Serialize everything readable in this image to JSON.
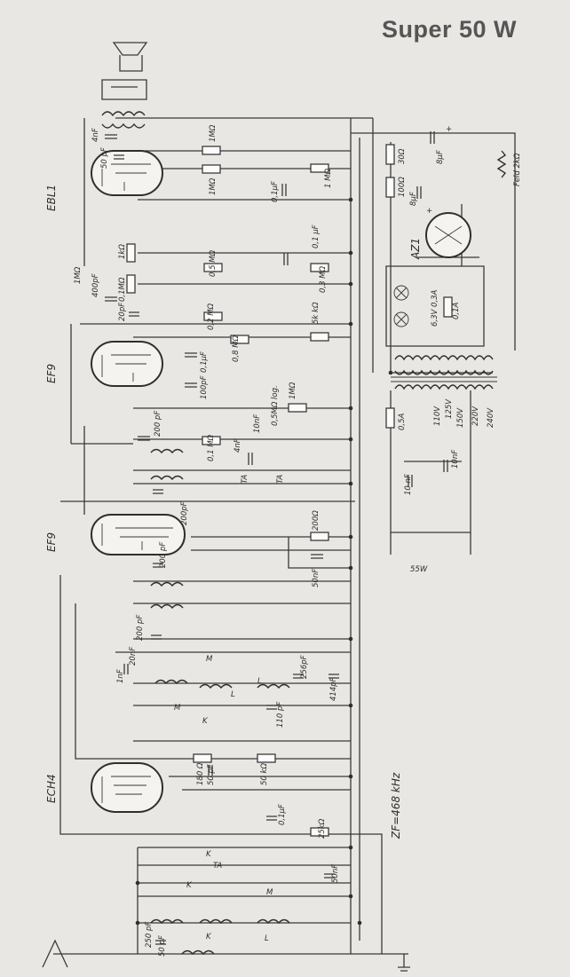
{
  "title": "Super 50 W",
  "tubes": {
    "t1": "EBL1",
    "t2": "EF9",
    "t3": "EF9",
    "t4": "ECH4",
    "rect": "AZ1"
  },
  "labels": {
    "c_4nf": "4nF",
    "c_50pf": "50 pF",
    "r_1m_a": "1MΩ",
    "r_1m_b": "1MΩ",
    "c_01uf_a": "0,1μF",
    "r_1m_c": "1 MΩ",
    "r_30": "30Ω",
    "c_8uf_a": "8μF",
    "r_100": "100Ω",
    "c_8uf_b": "8μF",
    "field": "Feld 2kΩ",
    "r_1m_d": "1MΩ",
    "c_400pf": "400pF",
    "r_1k": "1kΩ",
    "r_01m_a": "0,1MΩ",
    "c_20pf": "20pF",
    "r_05m": "0,5 MΩ",
    "c_01uf_b": "0,1 μF",
    "r_03m": "0,3 MΩ",
    "lamp_fuse": "6,3V 0,3A",
    "fuse_01a": "0,1A",
    "r_02m": "0,2 MΩ",
    "r_5k": "5k kΩ",
    "c_01uf_c": "0,1μF",
    "r_08m": "0,8 MΩ",
    "c_100pf": "100pF",
    "r_1m_e": "1MΩ",
    "fuse_05a": "0,5A",
    "v110": "110V",
    "v125": "125V",
    "v150": "150V",
    "v220": "220V",
    "v240": "240V",
    "c_200pf_a": "200 pF",
    "r_01m_b": "0,1 MΩ",
    "c_10nf": "10nF",
    "pot_05m": "0,5MΩ log.",
    "c_4nf_b": "4nF",
    "ta1": "TA",
    "ta2": "TA",
    "c_10nf_b": "10 nF",
    "c_10nf_c": "10nF",
    "c_200pf_b": "200pF",
    "r_200": "200Ω",
    "w55": "55W",
    "c_50nf": "50nF",
    "c_200pf_c": "200 pF",
    "c_200pf_d": "200 pF",
    "c_20nf": "20nF",
    "c_1nf": "1nF",
    "c_256pf": "256pF",
    "c_414pf": "414pF",
    "c_110pf": "110 pF",
    "r_180": "180 Ω",
    "c_50pf_b": "50 pF",
    "r_50k": "50 kΩ",
    "zf": "ZF=468 kHz",
    "c_01uf_d": "0,1μF",
    "r_25k": "25kΩ",
    "c_50nf_b": "50nF",
    "c_250pf": "250 pF",
    "c_50pf_c": "50 pF",
    "sw_m1": "M",
    "sw_l1": "L",
    "sw_k1": "K",
    "sw_m2": "M",
    "sw_l2": "L",
    "sw_k2": "K",
    "sw_ta": "TA",
    "sw_k3": "K",
    "sw_m3": "M",
    "sw_l3": "L",
    "sw_k4": "K",
    "plus1": "+",
    "plus2": "+"
  }
}
